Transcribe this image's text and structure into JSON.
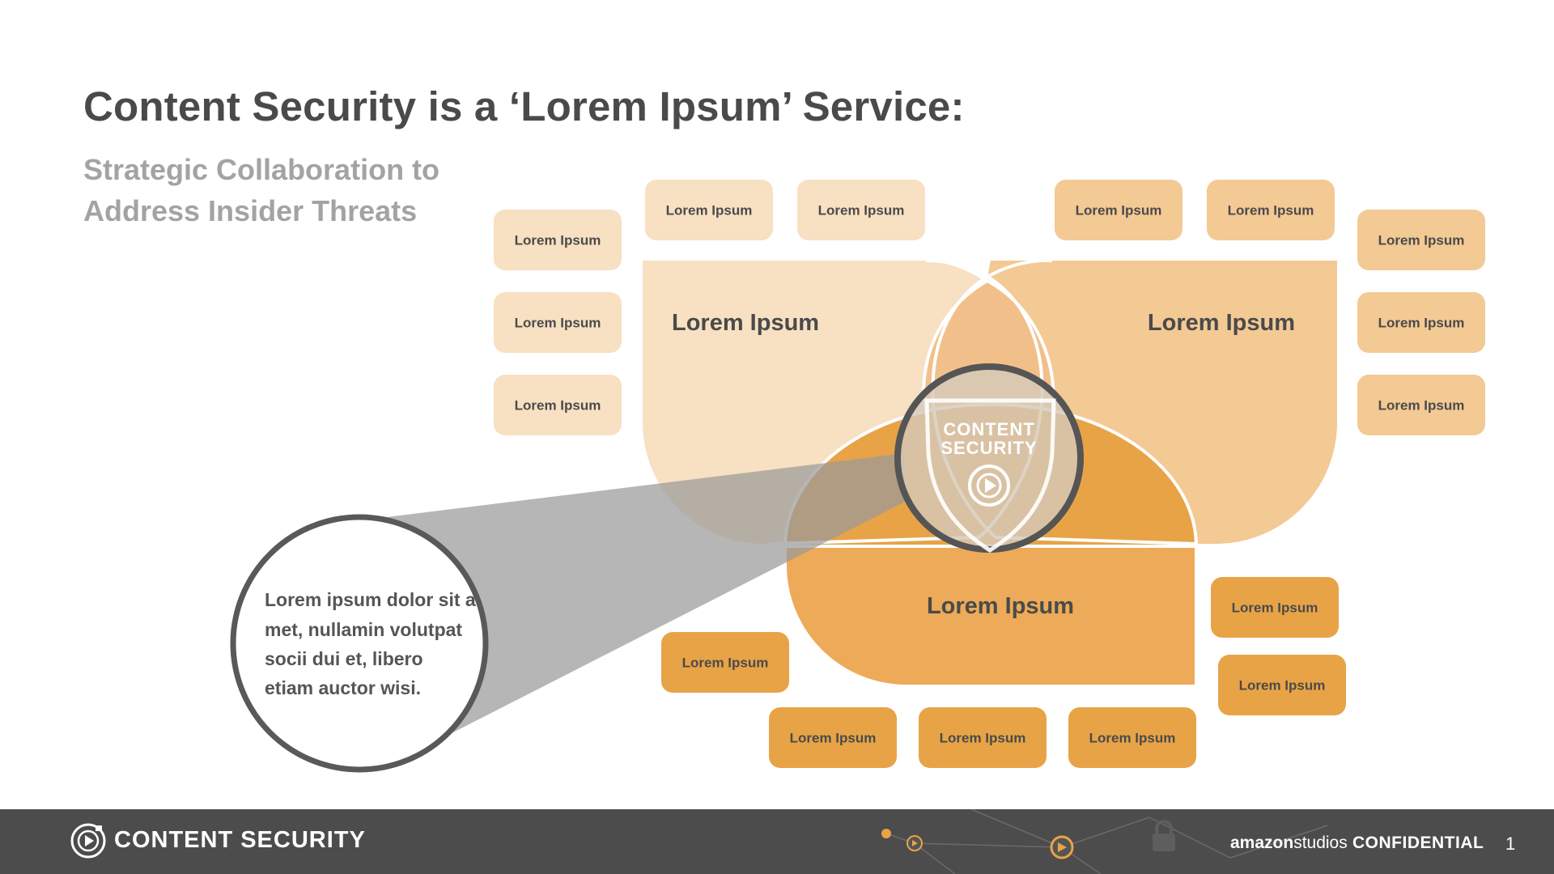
{
  "title": "Content Security is a ‘Lorem Ipsum’ Service:",
  "subtitle": {
    "line1": "Strategic Collaboration to",
    "line2": "Address Insider Threats"
  },
  "diagram": {
    "lobes": {
      "left": "Lorem Ipsum",
      "right": "Lorem Ipsum",
      "bottom": "Lorem Ipsum"
    },
    "center_badge": {
      "line1": "CONTENT",
      "line2": "SECURITY"
    },
    "callout": {
      "line1": "Lorem ipsum dolor sit a",
      "line2": "met, nullamin volutpat",
      "line3": "socii  dui et, libero",
      "line4": " etiam auctor wisi."
    },
    "left_tags": [
      "Lorem Ipsum",
      "Lorem Ipsum",
      "Lorem Ipsum"
    ],
    "top_left_tags": [
      "Lorem Ipsum",
      "Lorem Ipsum"
    ],
    "top_right_tags": [
      "Lorem Ipsum",
      "Lorem Ipsum"
    ],
    "right_tags": [
      "Lorem Ipsum",
      "Lorem Ipsum",
      "Lorem Ipsum"
    ],
    "bottom_left_tag": "Lorem Ipsum",
    "bottom_tags": [
      "Lorem Ipsum",
      "Lorem Ipsum",
      "Lorem Ipsum"
    ],
    "bottom_right_tags": [
      "Lorem Ipsum",
      "Lorem Ipsum"
    ]
  },
  "colors": {
    "pale": "#f8e0c2",
    "light": "#f3c994",
    "overlap": "#f1c08a",
    "mid": "#edaa58",
    "dark": "#e8a347",
    "text_dark": "#4a4a4a",
    "footer": "#4c4c4c"
  },
  "footer": {
    "brand": "CONTENT SECURITY",
    "amazon_bold": "amazon",
    "amazon_rest": "studios",
    "confidential": "CONFIDENTIAL",
    "page": "1"
  }
}
